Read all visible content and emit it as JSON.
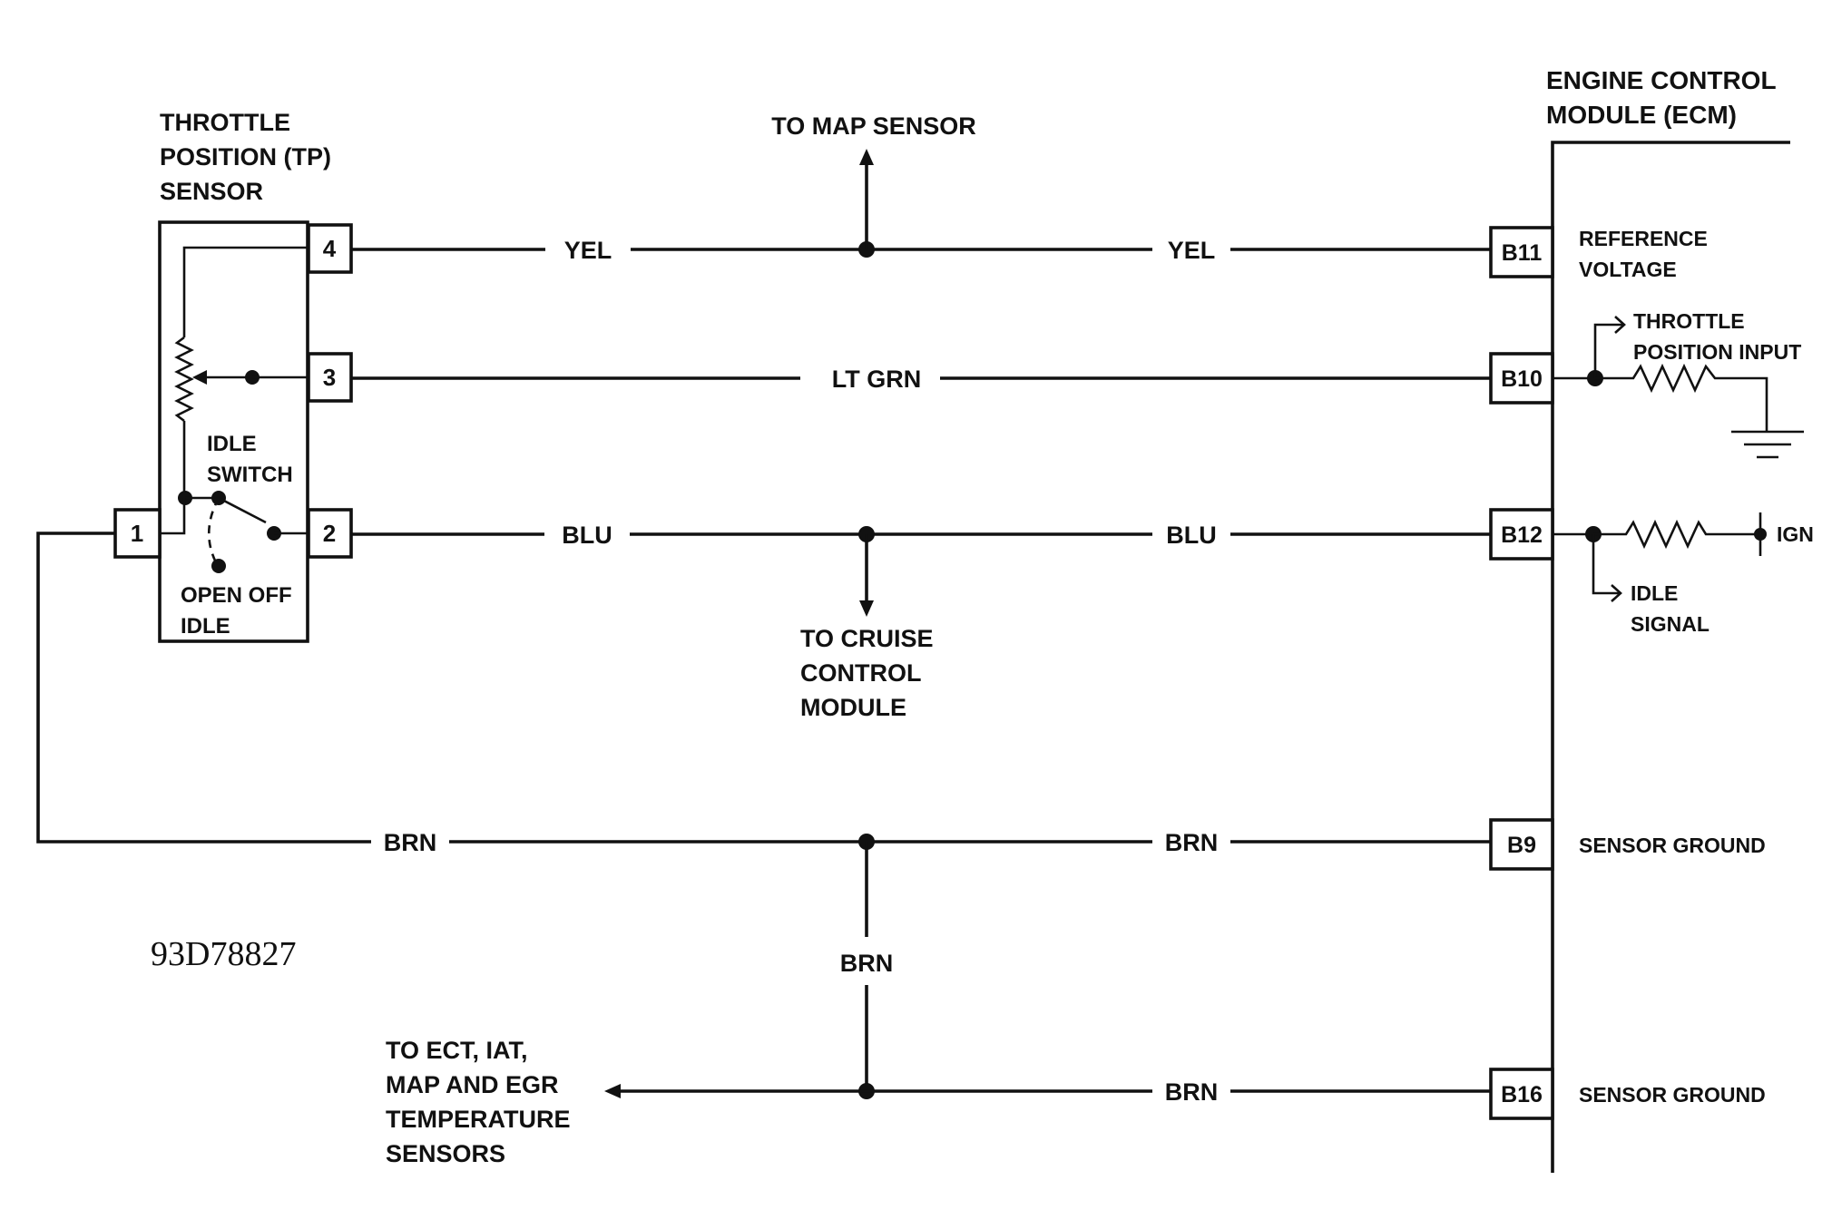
{
  "tp_sensor": {
    "title_lines": [
      "THROTTLE",
      "POSITION (TP)",
      "SENSOR"
    ],
    "pins": [
      "4",
      "3",
      "2",
      "1"
    ],
    "idle_switch_lines": [
      "IDLE",
      "SWITCH"
    ],
    "open_off_idle_lines": [
      "OPEN OFF",
      "IDLE"
    ]
  },
  "ecm": {
    "title_lines": [
      "ENGINE CONTROL",
      "MODULE (ECM)"
    ],
    "pins": [
      "B11",
      "B10",
      "B12",
      "B9",
      "B16"
    ],
    "reference_voltage_lines": [
      "REFERENCE",
      "VOLTAGE"
    ],
    "throttle_input_lines": [
      "THROTTLE",
      "POSITION INPUT"
    ],
    "idle_signal_lines": [
      "IDLE",
      "SIGNAL"
    ],
    "ign_label": "IGN",
    "sensor_ground_label": "SENSOR GROUND"
  },
  "wires": {
    "yel": "YEL",
    "lt_grn": "LT GRN",
    "blu": "BLU",
    "brn": "BRN"
  },
  "destinations": {
    "map_sensor": "TO MAP SENSOR",
    "cruise_lines": [
      "TO CRUISE",
      "CONTROL",
      "MODULE"
    ],
    "sensors_lines": [
      "TO ECT, IAT,",
      "MAP AND EGR",
      "TEMPERATURE",
      "SENSORS"
    ]
  },
  "figure_code": "93D78827"
}
